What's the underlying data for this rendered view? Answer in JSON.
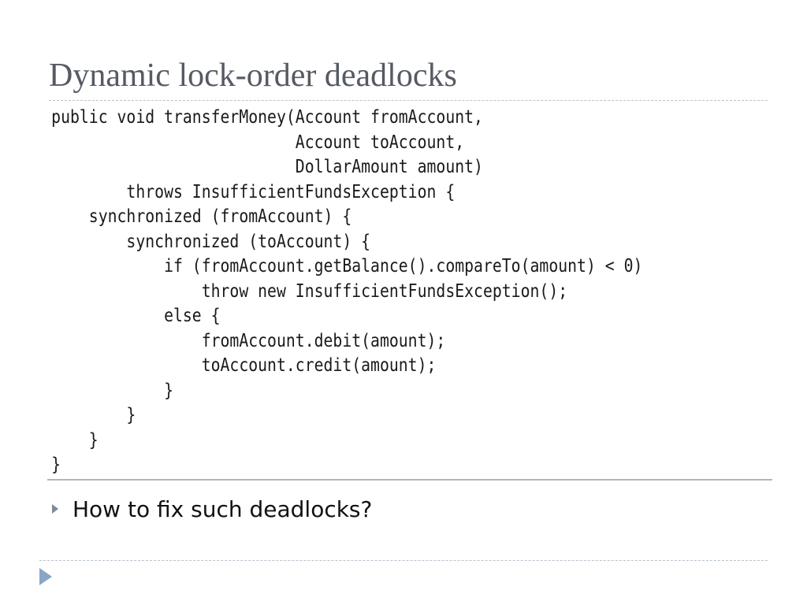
{
  "slide": {
    "title": "Dynamic lock-order deadlocks",
    "code_lines": [
      "public void transferMoney(Account fromAccount,",
      "                          Account toAccount,",
      "                          DollarAmount amount)",
      "        throws InsufficientFundsException {",
      "    synchronized (fromAccount) {",
      "        synchronized (toAccount) {",
      "            if (fromAccount.getBalance().compareTo(amount) < 0)",
      "                throw new InsufficientFundsException();",
      "            else {",
      "                fromAccount.debit(amount);",
      "                toAccount.credit(amount);",
      "            }",
      "        }",
      "    }",
      "}"
    ],
    "bullets": [
      "How to fix such deadlocks?"
    ],
    "icons": {
      "bullet": "triangle-bullet-icon",
      "corner": "triangle-corner-icon"
    },
    "colors": {
      "title": "#555a63",
      "code_text": "#1a1a1a",
      "bullet_text": "#111111",
      "bullet_marker": "#7f8a95",
      "corner_marker": "#8aa5c8",
      "dashed_rule": "#b9c3cc"
    }
  }
}
